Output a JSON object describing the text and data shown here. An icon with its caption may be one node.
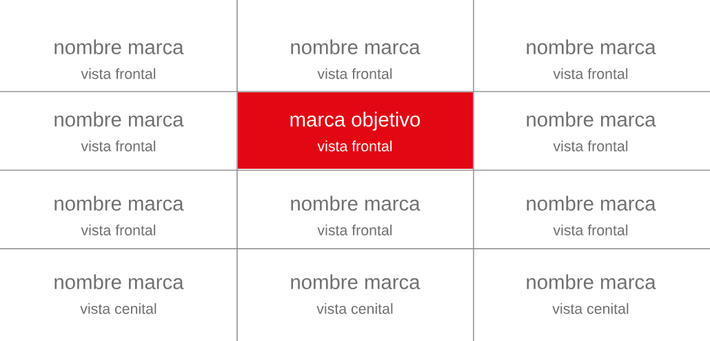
{
  "diagram": {
    "nodes": [
      {
        "text": [
          "nombre marca",
          "vista frontal"
        ]
      },
      {
        "text": [
          "nombre marca",
          "vista frontal"
        ]
      },
      {
        "text": [
          "nombre marca",
          "vista frontal"
        ]
      },
      {
        "text": [
          "nombre marca",
          "vista frontal"
        ]
      },
      {
        "text": [
          "marca objetivo",
          "vista frontal"
        ]
      },
      {
        "text": [
          "nombre marca",
          "vista frontal"
        ]
      },
      {
        "text": [
          "nombre marca",
          "vista frontal"
        ]
      },
      {
        "text": [
          "nombre marca",
          "vista frontal"
        ]
      },
      {
        "text": [
          "nombre marca",
          "vista frontal"
        ]
      },
      {
        "text": [
          "nombre marca",
          "vista cenital"
        ]
      },
      {
        "text": [
          "nombre marca",
          "vista cenital"
        ]
      },
      {
        "text": [
          "nombre marca",
          "vista cenital"
        ]
      }
    ]
  }
}
